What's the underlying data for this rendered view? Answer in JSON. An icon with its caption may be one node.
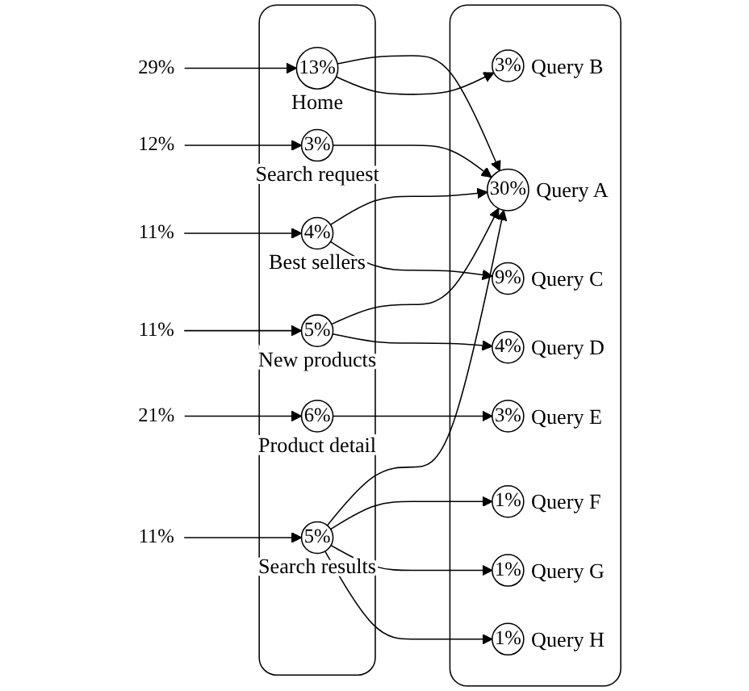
{
  "diagram": {
    "nodes": [
      {
        "text": [],
        "shape": "box"
      },
      {
        "text": [
          "13%"
        ],
        "beside": [
          "Home"
        ],
        "in": 0
      },
      {
        "text": [
          "4%"
        ],
        "beside": [
          "Best sellers"
        ],
        "in": 0
      },
      {
        "text": [
          "5%"
        ],
        "beside": [
          "New products"
        ],
        "in": 0
      },
      {
        "text": [
          "6%"
        ],
        "beside": [
          "Product detail"
        ],
        "in": 0
      },
      {
        "text": [
          "3%"
        ],
        "beside": [
          "Search request"
        ],
        "in": 0
      },
      {
        "text": [
          "5%"
        ],
        "beside": [
          "Search results"
        ],
        "in": 0
      },
      {
        "text": [],
        "shape": "box"
      },
      {
        "text": [
          "30%"
        ],
        "beside": [
          "Query A"
        ],
        "in": 7
      },
      {
        "text": [
          "3%"
        ],
        "beside": [
          "Query B"
        ],
        "in": 7
      },
      {
        "text": [
          "9%"
        ],
        "beside": [
          "Query C"
        ],
        "in": 7
      },
      {
        "text": [
          "4%"
        ],
        "beside": [
          "Query D"
        ],
        "in": 7
      },
      {
        "text": [
          "3%"
        ],
        "beside": [
          "Query E"
        ],
        "in": 7
      },
      {
        "text": [
          "1%"
        ],
        "beside": [
          "Query F"
        ],
        "in": 7
      },
      {
        "text": [
          "1%"
        ],
        "beside": [
          "Query G"
        ],
        "in": 7
      },
      {
        "text": [
          "1%"
        ],
        "beside": [
          "Query H"
        ],
        "in": 7
      },
      {
        "text": [
          "29%"
        ]
      },
      {
        "text": [
          "11%"
        ]
      },
      {
        "text": [
          "11%"
        ]
      },
      {
        "text": [
          "21%"
        ]
      },
      {
        "text": [
          "12%"
        ]
      },
      {
        "text": [
          "11%"
        ]
      }
    ],
    "edges": [
      {
        "from": 16,
        "to": 1,
        "arrow": "to"
      },
      {
        "from": 17,
        "to": 2,
        "arrow": "to"
      },
      {
        "from": 18,
        "to": 3,
        "arrow": "to"
      },
      {
        "from": 19,
        "to": 4,
        "arrow": "to"
      },
      {
        "from": 20,
        "to": 5,
        "arrow": "to"
      },
      {
        "from": 21,
        "to": 6,
        "arrow": "to"
      },
      {
        "from": 1,
        "to": 8,
        "arrow": "to"
      },
      {
        "from": 1,
        "to": 9,
        "arrow": "to"
      },
      {
        "from": 2,
        "to": 8,
        "arrow": "to"
      },
      {
        "from": 2,
        "to": 10,
        "arrow": "to"
      },
      {
        "from": 3,
        "to": 8,
        "arrow": "to"
      },
      {
        "from": 3,
        "to": 11,
        "arrow": "to"
      },
      {
        "from": 4,
        "to": 12,
        "arrow": "to"
      },
      {
        "from": 5,
        "to": 8,
        "arrow": "to"
      },
      {
        "from": 6,
        "to": 8,
        "arrow": "to"
      },
      {
        "from": 6,
        "to": 13,
        "arrow": "to"
      },
      {
        "from": 6,
        "to": 14,
        "arrow": "to"
      },
      {
        "from": 6,
        "to": 15,
        "arrow": "to"
      }
    ]
  }
}
